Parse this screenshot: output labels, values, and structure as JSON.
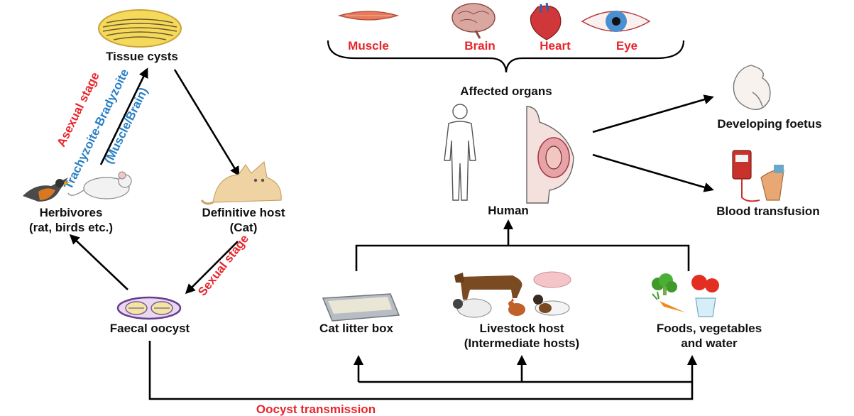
{
  "cycle": {
    "tissue_cysts": "Tissue cysts",
    "asexual_stage": "Asexual stage",
    "trachyzoite": "Trachyzoite-Bradyzoite",
    "muscle_brain": "(Muscle/Brain)",
    "herbivores_line1": "Herbivores",
    "herbivores_line2": "(rat, birds etc.)",
    "definitive_line1": "Definitive host",
    "definitive_line2": "(Cat)",
    "sexual_stage": "Sexual stage",
    "faecal_oocyst": "Faecal oocyst",
    "oocyst_transmission": "Oocyst transmission"
  },
  "sources": {
    "cat_litter": "Cat litter box",
    "livestock_line1": "Livestock host",
    "livestock_line2": "(Intermediate hosts)",
    "foods_line1": "Foods, vegetables",
    "foods_line2": "and water"
  },
  "organs": {
    "items": [
      "Muscle",
      "Brain",
      "Heart",
      "Eye"
    ],
    "affected": "Affected organs",
    "human": "Human",
    "foetus": "Developing foetus",
    "transfusion": "Blood transfusion"
  },
  "colors": {
    "stage_red": "#e8252b",
    "stage_blue": "#2a7fc4"
  }
}
